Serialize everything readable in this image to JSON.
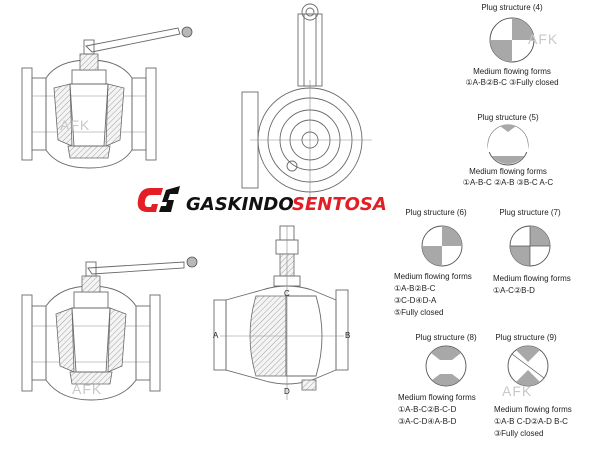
{
  "brand": {
    "name_part1": "GASKINDO",
    "name_part2": "SENTOSA",
    "color_red": "#e31e24",
    "color_black": "#111111"
  },
  "watermark": "AFK",
  "section_letters": [
    "A",
    "B",
    "C",
    "D"
  ],
  "plugs": [
    {
      "title": "Plug structure (4)",
      "forms_title": "Medium flowing forms",
      "lines": [
        "①A-B②B-C ③Fully closed"
      ]
    },
    {
      "title": "Plug structure (5)",
      "forms_title": "Medium flowing forms",
      "lines": [
        "①A-B-C ②A-B ③B-C    A-C"
      ]
    },
    {
      "title": "Plug structure (6)",
      "forms_title": "Medium flowing forms",
      "lines": [
        "①A-B②B-C",
        "③C-D④D-A",
        "⑤Fully closed"
      ]
    },
    {
      "title": "Plug structure (7)",
      "forms_title": "Medium flowing forms",
      "lines": [
        "①A-C②B-D"
      ]
    },
    {
      "title": "Plug structure (8)",
      "forms_title": "Medium flowing forms",
      "lines": [
        "①A-B-C②B-C-D",
        "③A-C-D④A-B-D"
      ]
    },
    {
      "title": "Plug structure (9)",
      "forms_title": "Medium flowing forms",
      "lines": [
        "①A-B C-D②A-D B-C",
        "③Fully closed"
      ]
    }
  ]
}
